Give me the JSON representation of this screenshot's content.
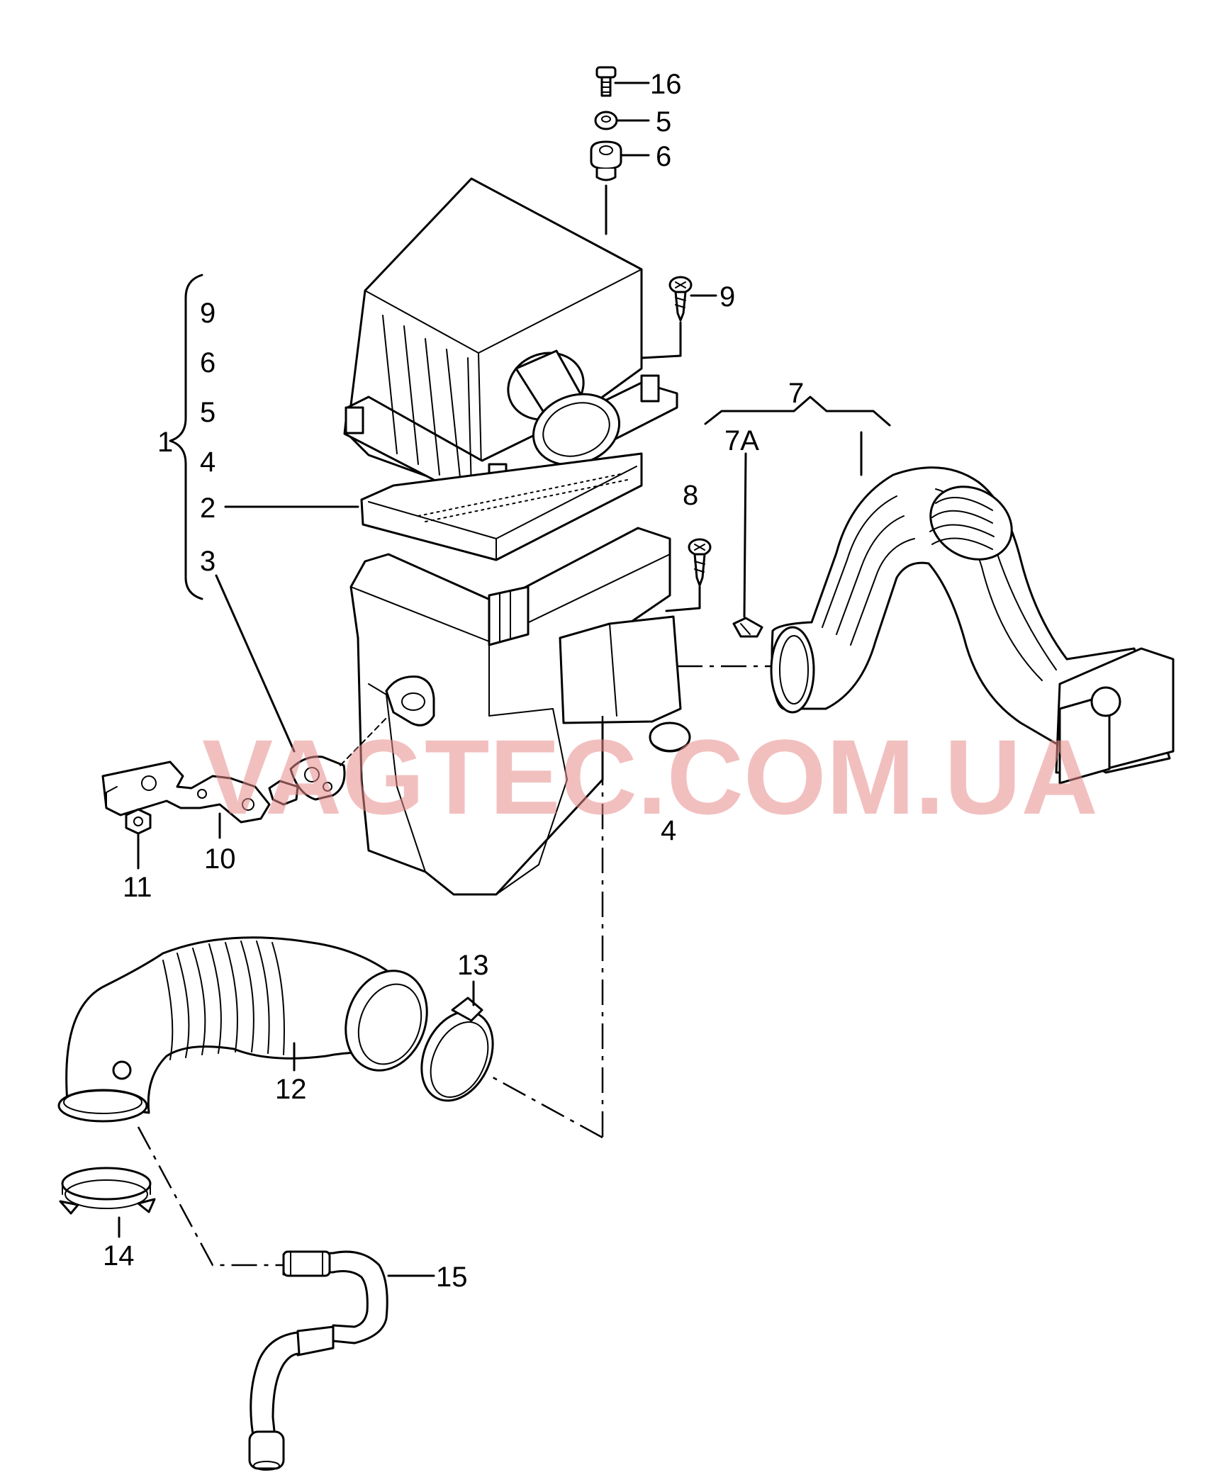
{
  "labels": {
    "l16": "16",
    "l5a": "5",
    "l6a": "6",
    "l9a": "9",
    "g9": "9",
    "g6": "6",
    "g5": "5",
    "g4": "4",
    "g2": "2",
    "g3": "3",
    "g1": "1",
    "l7": "7",
    "l7A": "7A",
    "l8": "8",
    "l4": "4",
    "l10": "10",
    "l11": "11",
    "l13": "13",
    "l12": "12",
    "l14": "14",
    "l15": "15"
  },
  "watermark": "VAGTEC.COM.UA"
}
